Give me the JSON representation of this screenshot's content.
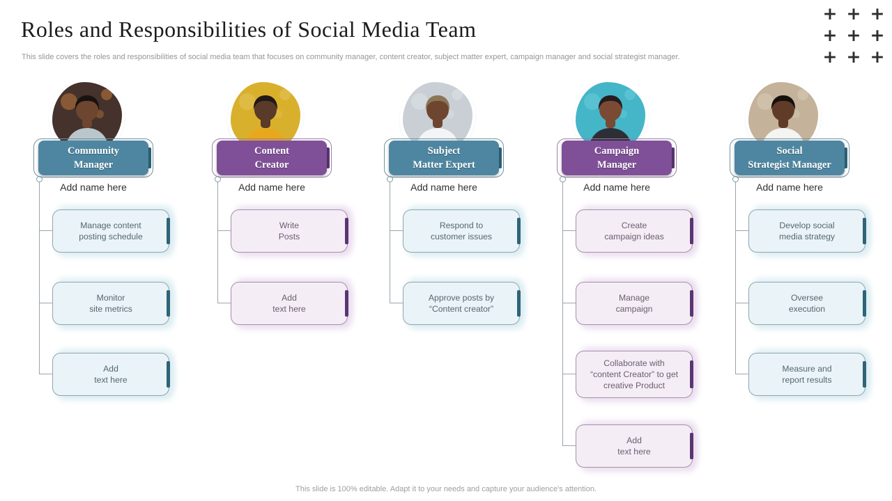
{
  "header": {
    "title": "Roles and Responsibilities of Social Media Team",
    "subtitle": "This slide covers the roles and responsibilities of social media team that focuses on community manager, content creator, subject matter expert, campaign manager and social strategist manager."
  },
  "footer": {
    "note": "This slide is 100% editable. Adapt it to your needs and capture your audience's attention."
  },
  "decor": {
    "plus_char": "+"
  },
  "themes": {
    "teal": {
      "fill": "#4e86a1",
      "accent": "#2e6478",
      "outline": "#6f93a3",
      "light_bg": "#eaf3f7",
      "light_border": "#8fa6ae",
      "text": "#54686f",
      "shadow": "#dcedf3"
    },
    "purple": {
      "fill": "#7f5098",
      "accent": "#5b3573",
      "outline": "#9a7fa8",
      "light_bg": "#f4edf5",
      "light_border": "#a391a8",
      "text": "#6d5c72",
      "shadow": "#ecdff0"
    }
  },
  "columns": [
    {
      "role": "Community\nManager",
      "theme": "teal",
      "name_placeholder": "Add name here",
      "avatar": {
        "label": "community-manager-photo",
        "bg": "#45322c",
        "bokeh": "#d98a3f",
        "skin": "#6e452f",
        "hair": "#191210",
        "shirt": "#b9c6cc"
      },
      "tasks": [
        "Manage content\nposting schedule",
        "Monitor\nsite metrics",
        "Add\ntext here"
      ]
    },
    {
      "role": "Content\nCreator",
      "theme": "purple",
      "name_placeholder": "Add name here",
      "avatar": {
        "label": "content-creator-photo",
        "bg": "#d9b02c",
        "bokeh": "#e6c966",
        "skin": "#5a3a28",
        "hair": "#221a14",
        "shirt": "#e8a81e"
      },
      "tasks": [
        "Write\nPosts",
        "Add\ntext here"
      ]
    },
    {
      "role": "Subject\nMatter Expert",
      "theme": "teal",
      "name_placeholder": "Add name here",
      "avatar": {
        "label": "subject-matter-expert-photo",
        "bg": "#c9cfd4",
        "bokeh": "#e2e6e8",
        "skin": "#6e452f",
        "hair": "#8a7657",
        "shirt": "#f2f4f5"
      },
      "tasks": [
        "Respond to\ncustomer issues",
        "Approve posts by\n“Content creator”"
      ]
    },
    {
      "role": "Campaign\nManager",
      "theme": "purple",
      "name_placeholder": "Add name here",
      "avatar": {
        "label": "campaign-manager-photo",
        "bg": "#45b5c8",
        "bokeh": "#6fd0de",
        "skin": "#7a4a35",
        "hair": "#241c1e",
        "shirt": "#2e2e36"
      },
      "tasks": [
        "Create\ncampaign ideas",
        "Manage\ncampaign",
        "Collaborate with\n“content Creator” to get\ncreative Product",
        "Add\ntext here"
      ]
    },
    {
      "role": "Social\nStrategist Manager",
      "theme": "teal",
      "name_placeholder": "Add name here",
      "avatar": {
        "label": "social-strategist-manager-photo",
        "bg": "#c4b29a",
        "bokeh": "#ddd0bc",
        "skin": "#5f3b28",
        "hair": "#14100c",
        "shirt": "#f4f4f2"
      },
      "tasks": [
        "Develop social\nmedia strategy",
        "Oversee\nexecution",
        "Measure and\nreport results"
      ]
    }
  ]
}
